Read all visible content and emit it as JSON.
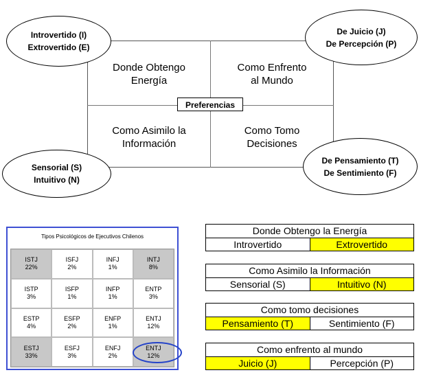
{
  "diagram": {
    "quadrants": {
      "top_left": "Donde Obtengo\nEnergía",
      "top_right": "Como Enfrento\nal Mundo",
      "bottom_left": "Como Asimilo la\nInformación",
      "bottom_right": "Como Tomo\nDecisiones"
    },
    "center_label": "Preferencias",
    "ellipses": {
      "top_left": [
        "Introvertido (I)",
        "Extrovertido (E)"
      ],
      "top_right": [
        "De Juicio (J)",
        "De Percepción (P)"
      ],
      "bottom_left": [
        "Sensorial (S)",
        "Intuitivo (N)"
      ],
      "bottom_right": [
        "De Pensamiento (T)",
        "De Sentimiento (F)"
      ]
    }
  },
  "types_table": {
    "title": "Tipos Psicológicos de Ejecutivos Chilenos",
    "rows": [
      [
        {
          "type": "ISTJ",
          "pct": "22%",
          "hl": true
        },
        {
          "type": "ISFJ",
          "pct": "2%"
        },
        {
          "type": "INFJ",
          "pct": "1%"
        },
        {
          "type": "INTJ",
          "pct": "8%",
          "hl": true
        }
      ],
      [
        {
          "type": "ISTP",
          "pct": "3%"
        },
        {
          "type": "ISFP",
          "pct": "1%"
        },
        {
          "type": "INFP",
          "pct": "1%"
        },
        {
          "type": "ENTP",
          "pct": "3%"
        }
      ],
      [
        {
          "type": "ESTP",
          "pct": "4%"
        },
        {
          "type": "ESFP",
          "pct": "2%"
        },
        {
          "type": "ENFP",
          "pct": "1%"
        },
        {
          "type": "ENTJ",
          "pct": "12%"
        }
      ],
      [
        {
          "type": "ESTJ",
          "pct": "33%",
          "hl": true
        },
        {
          "type": "ESFJ",
          "pct": "3%"
        },
        {
          "type": "ENFJ",
          "pct": "2%"
        },
        {
          "type": "ENTJ",
          "pct": "12%",
          "hl": true
        }
      ]
    ]
  },
  "preference_bars": [
    {
      "title": "Donde Obtengo la Energía",
      "options": [
        "Introvertido",
        "Extrovertido"
      ],
      "selected": 1
    },
    {
      "title": "Como Asimilo la Información",
      "options": [
        "Sensorial (S)",
        "Intuitivo (N)"
      ],
      "selected": 1
    },
    {
      "title": "Como tomo decisiones",
      "options": [
        "Pensamiento (T)",
        "Sentimiento (F)"
      ],
      "selected": 0
    },
    {
      "title": "Como enfrento al mundo",
      "options": [
        "Juicio (J)",
        "Percepción (P)"
      ],
      "selected": 0
    }
  ],
  "colors": {
    "highlight": "#ffff00",
    "table_highlight": "#c8c8c8",
    "table_border": "#3d4fd3",
    "circle": "#2443c8"
  }
}
